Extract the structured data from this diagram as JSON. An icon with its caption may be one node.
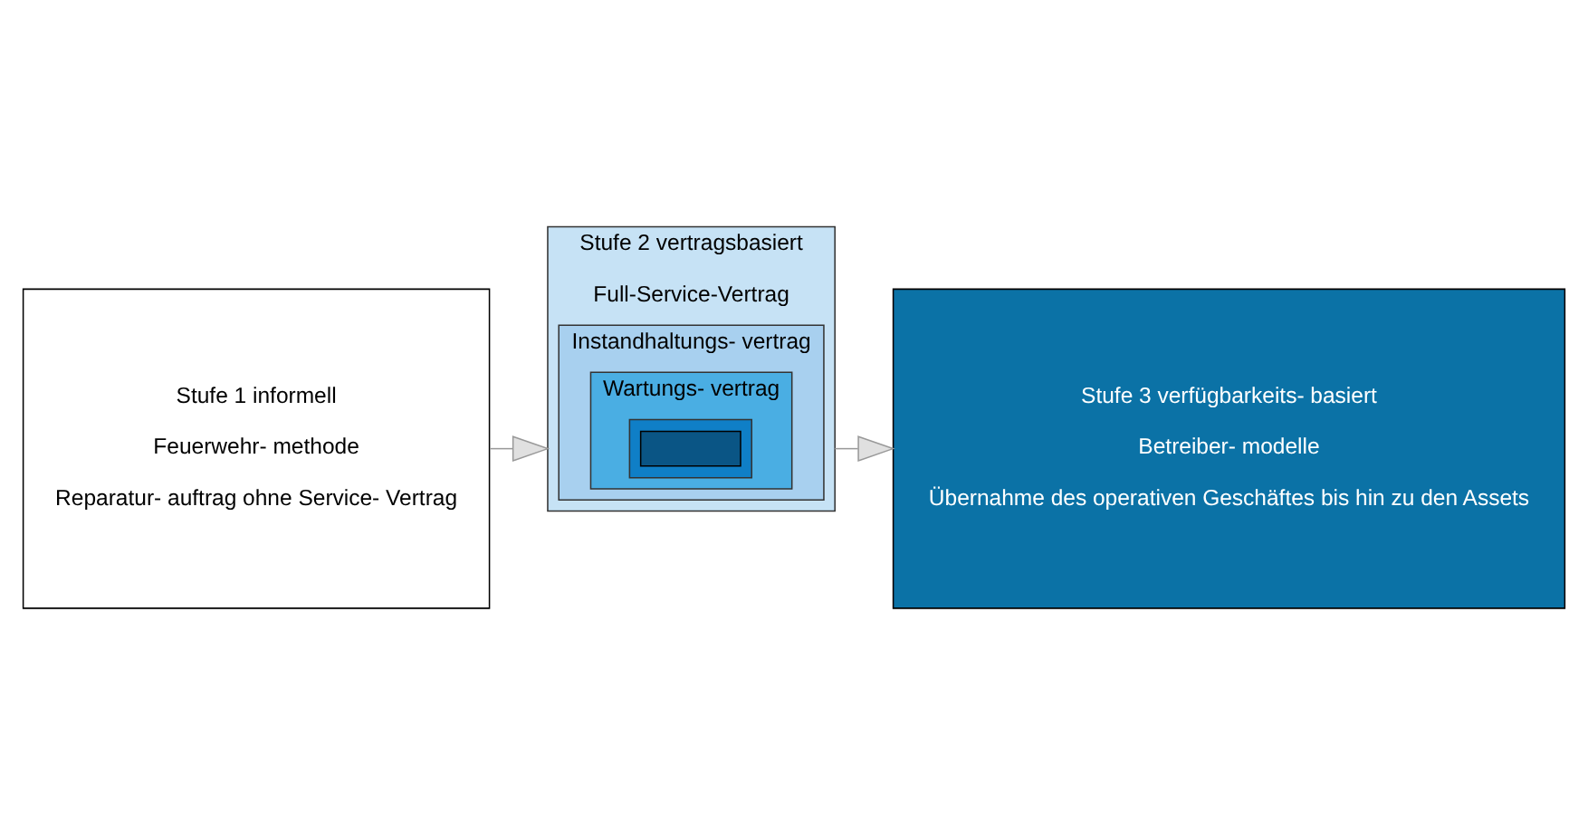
{
  "diagram": {
    "nodes": [
      {
        "text": [
          "Stufe 1 informell",
          "Feuerwehr- methode",
          "Reparatur- auftrag ohne Service- Vertrag"
        ]
      },
      {
        "text": [
          "Stufe 2 vertragsbasiert",
          "Full-Service-Vertrag"
        ]
      },
      {
        "text": [
          "Instandhaltungs- vertrag"
        ],
        "in": 1
      },
      {
        "text": [
          "Wartungs- vertrag"
        ],
        "in": 2
      },
      {
        "text": [],
        "shape": "box",
        "in": 3
      },
      {
        "text": [],
        "shape": "box",
        "in": 4
      },
      {
        "text": [
          "Stufe 3 verfügbarkeits- basiert",
          "Betreiber- modelle",
          "Übernahme des operativen Geschäftes bis hin zu den Assets"
        ]
      }
    ],
    "edges": [
      {
        "from": 0,
        "to": 1,
        "arrow": "to"
      },
      {
        "from": 1,
        "to": 6,
        "arrow": "to"
      }
    ]
  }
}
